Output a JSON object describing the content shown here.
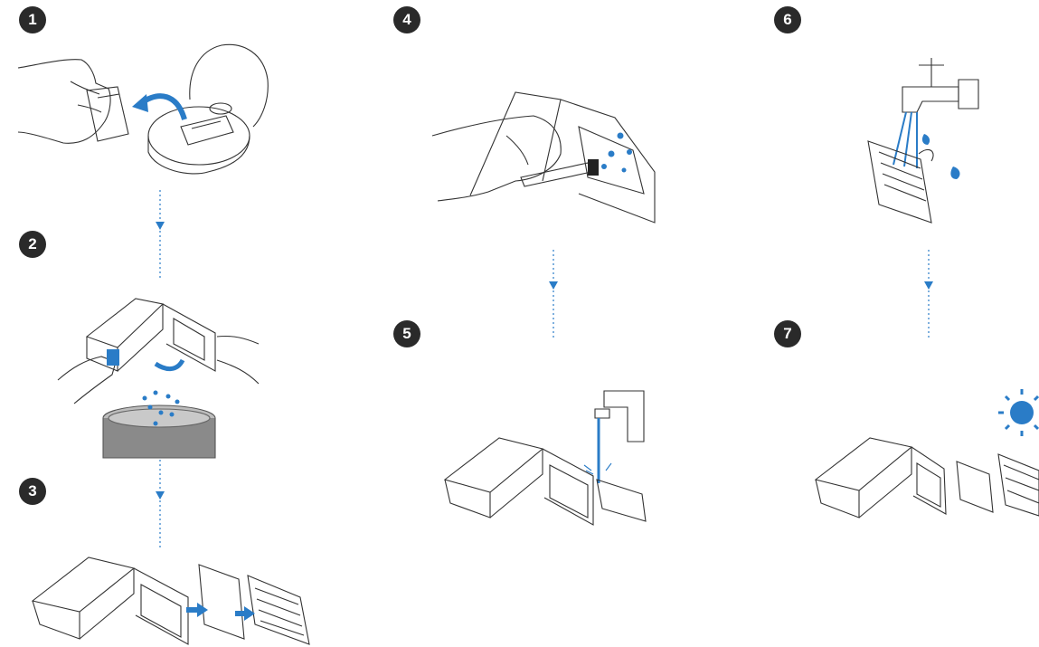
{
  "steps": [
    {
      "number": "1",
      "name": "remove-dustbin"
    },
    {
      "number": "2",
      "name": "empty-dustbin"
    },
    {
      "number": "3",
      "name": "remove-filters"
    },
    {
      "number": "4",
      "name": "brush-filter"
    },
    {
      "number": "5",
      "name": "rinse-dustbin"
    },
    {
      "number": "6",
      "name": "rinse-filter"
    },
    {
      "number": "7",
      "name": "air-dry"
    }
  ],
  "colors": {
    "accent": "#2a7cc7",
    "line": "#333333",
    "badge": "#2a2a2a",
    "bin_gray": "#7a7a7a"
  },
  "icons": [
    "arrow-icon",
    "water-drop-icon",
    "sun-icon",
    "faucet-icon",
    "hand-icon",
    "robot-vacuum-icon",
    "brush-icon",
    "filter-icon",
    "dustbin-icon",
    "trash-bin-icon"
  ]
}
